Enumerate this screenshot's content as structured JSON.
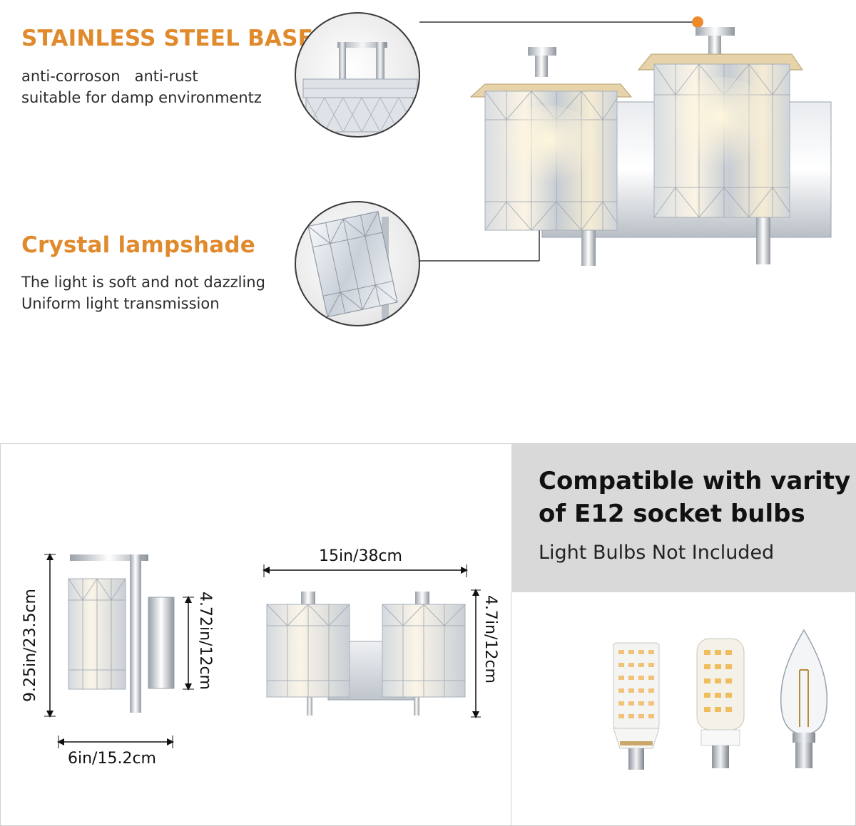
{
  "features": [
    {
      "title": "STAINLESS STEEL BASE",
      "lines": [
        "anti-corroson   anti-rust",
        "suitable for damp environmentz"
      ],
      "icon": "stainless-base-closeup"
    },
    {
      "title": "Crystal lampshade",
      "lines": [
        "The light is soft and not dazzling",
        "Uniform light transmission"
      ],
      "icon": "crystal-shade-closeup"
    }
  ],
  "dimensions": {
    "single_height": "9.25in/23.5cm",
    "single_plate_height": "4.72in/12cm",
    "single_width": "6in/15.2cm",
    "double_width": "15in/38cm",
    "double_height": "4.7in/12cm"
  },
  "bulbs": {
    "title_line1": "Compatible with varity",
    "title_line2": "of E12 socket bulbs",
    "subtitle": "Light Bulbs Not Included",
    "types": [
      "corn-led-bulb",
      "mini-led-bulb",
      "candle-filament-bulb"
    ]
  },
  "colors": {
    "accent": "#e08a2c",
    "callout": "#ee8a2a",
    "banner": "#d9d9d9",
    "chrome": "#c8ccd2"
  }
}
